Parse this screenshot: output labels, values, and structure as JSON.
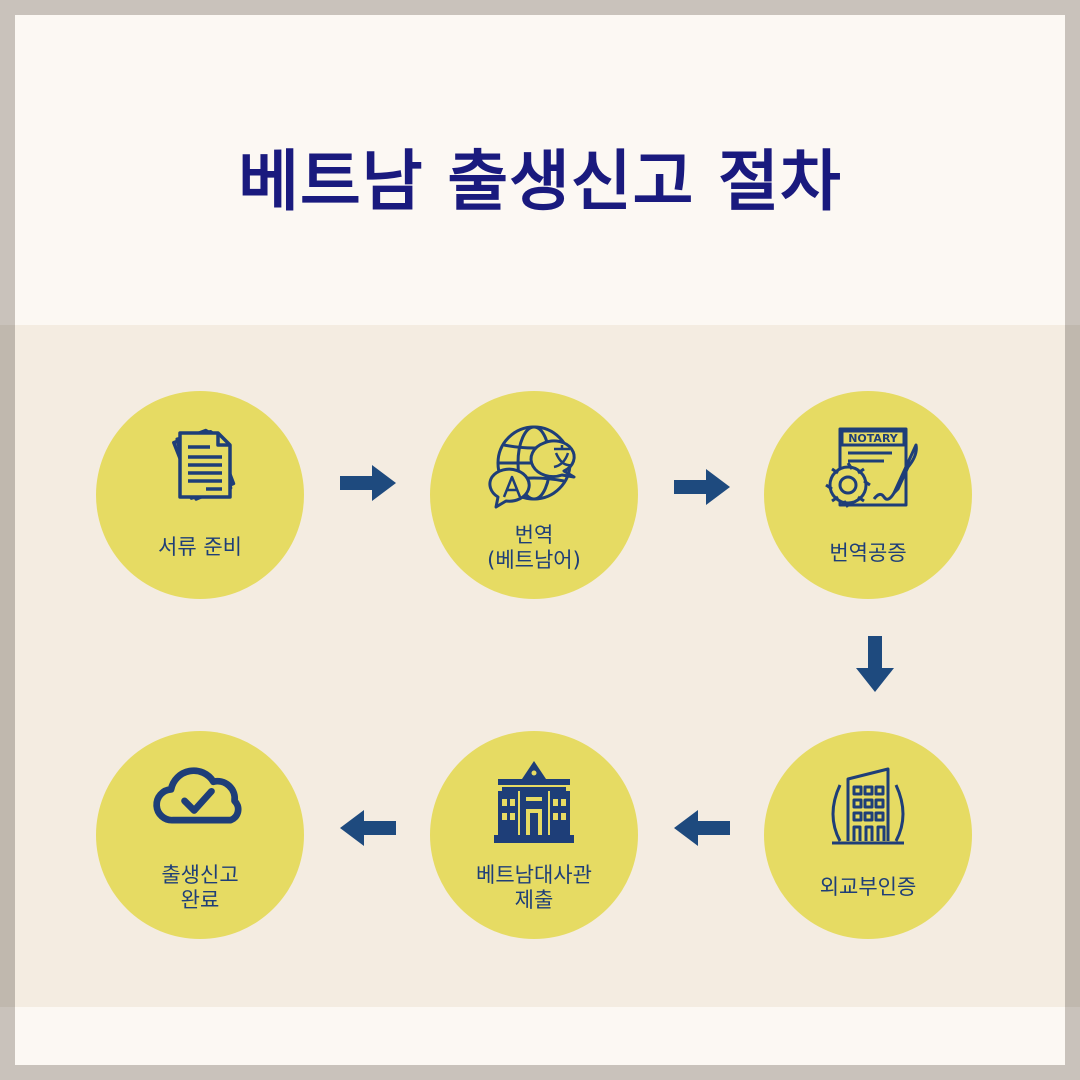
{
  "title": "베트남 출생신고 절차",
  "colors": {
    "title": "#1a1a7e",
    "circle": "#e6db63",
    "icon": "#1e3e78",
    "arrow": "#1e4a7e",
    "band": "#f4ece1",
    "card": "#fcf8f3"
  },
  "steps": [
    {
      "label": "서류 준비",
      "icon": "documents-icon"
    },
    {
      "label": "번역\n(베트남어)",
      "icon": "translate-icon"
    },
    {
      "label": "번역공증",
      "icon": "notary-icon",
      "icon_text": "NOTARY"
    },
    {
      "label": "외교부인증",
      "icon": "office-building-icon"
    },
    {
      "label": "베트남대사관\n제출",
      "icon": "embassy-icon"
    },
    {
      "label": "출생신고\n완료",
      "icon": "cloud-check-icon"
    }
  ]
}
